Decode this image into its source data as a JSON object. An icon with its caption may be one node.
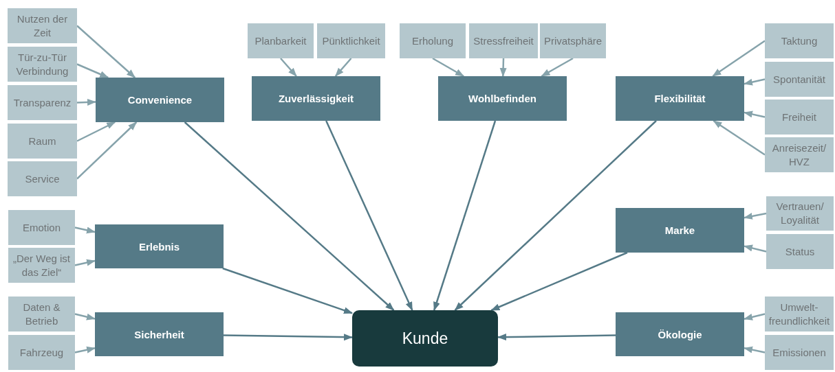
{
  "diagram": {
    "nodes": [
      {
        "text": [
          "Nutzen der Zeit"
        ]
      },
      {
        "text": [
          "Tür-zu-Tür Verbindung"
        ]
      },
      {
        "text": [
          "Transparenz"
        ]
      },
      {
        "text": [
          "Raum"
        ]
      },
      {
        "text": [
          "Service"
        ]
      },
      {
        "text": [
          "Convenience"
        ]
      },
      {
        "text": [
          "Planbarkeit"
        ]
      },
      {
        "text": [
          "Pünktlichkeit"
        ]
      },
      {
        "text": [
          "Zuverlässigkeit"
        ]
      },
      {
        "text": [
          "Erholung"
        ]
      },
      {
        "text": [
          "Stressfreiheit"
        ]
      },
      {
        "text": [
          "Privatsphäre"
        ]
      },
      {
        "text": [
          "Wohlbefinden"
        ]
      },
      {
        "text": [
          "Taktung"
        ]
      },
      {
        "text": [
          "Spontanität"
        ]
      },
      {
        "text": [
          "Freiheit"
        ]
      },
      {
        "text": [
          "Anreisezeit/ HVZ"
        ]
      },
      {
        "text": [
          "Flexibilität"
        ]
      },
      {
        "text": [
          "Emotion"
        ]
      },
      {
        "text": [
          "„Der Weg ist das Ziel“"
        ]
      },
      {
        "text": [
          "Erlebnis"
        ]
      },
      {
        "text": [
          "Vertrauen/ Loyalität"
        ]
      },
      {
        "text": [
          "Status"
        ]
      },
      {
        "text": [
          "Marke"
        ]
      },
      {
        "text": [
          "Daten & Betrieb"
        ]
      },
      {
        "text": [
          "Fahrzeug"
        ]
      },
      {
        "text": [
          "Sicherheit"
        ]
      },
      {
        "text": [
          "Umwelt-freundlichkeit"
        ]
      },
      {
        "text": [
          "Emissionen"
        ]
      },
      {
        "text": [
          "Ökologie"
        ]
      },
      {
        "text": [
          "Kunde"
        ]
      }
    ],
    "edges": [
      {
        "from": 0,
        "to": 5,
        "arrow": "to"
      },
      {
        "from": 1,
        "to": 5,
        "arrow": "to"
      },
      {
        "from": 2,
        "to": 5,
        "arrow": "to"
      },
      {
        "from": 3,
        "to": 5,
        "arrow": "to"
      },
      {
        "from": 4,
        "to": 5,
        "arrow": "to"
      },
      {
        "from": 6,
        "to": 8,
        "arrow": "to"
      },
      {
        "from": 7,
        "to": 8,
        "arrow": "to"
      },
      {
        "from": 9,
        "to": 12,
        "arrow": "to"
      },
      {
        "from": 10,
        "to": 12,
        "arrow": "to"
      },
      {
        "from": 11,
        "to": 12,
        "arrow": "to"
      },
      {
        "from": 13,
        "to": 17,
        "arrow": "to"
      },
      {
        "from": 14,
        "to": 17,
        "arrow": "to"
      },
      {
        "from": 15,
        "to": 17,
        "arrow": "to"
      },
      {
        "from": 16,
        "to": 17,
        "arrow": "to"
      },
      {
        "from": 18,
        "to": 20,
        "arrow": "to"
      },
      {
        "from": 19,
        "to": 20,
        "arrow": "to"
      },
      {
        "from": 21,
        "to": 23,
        "arrow": "to"
      },
      {
        "from": 22,
        "to": 23,
        "arrow": "to"
      },
      {
        "from": 24,
        "to": 26,
        "arrow": "to"
      },
      {
        "from": 25,
        "to": 26,
        "arrow": "to"
      },
      {
        "from": 27,
        "to": 29,
        "arrow": "to"
      },
      {
        "from": 28,
        "to": 29,
        "arrow": "to"
      },
      {
        "from": 5,
        "to": 30,
        "arrow": "to",
        "color": "#557a87"
      },
      {
        "from": 8,
        "to": 30,
        "arrow": "to",
        "color": "#557a87"
      },
      {
        "from": 12,
        "to": 30,
        "arrow": "to",
        "color": "#557a87"
      },
      {
        "from": 17,
        "to": 30,
        "arrow": "to",
        "color": "#557a87"
      },
      {
        "from": 20,
        "to": 30,
        "arrow": "to",
        "color": "#557a87"
      },
      {
        "from": 23,
        "to": 30,
        "arrow": "to",
        "color": "#557a87"
      },
      {
        "from": 26,
        "to": 30,
        "arrow": "to",
        "color": "#557a87"
      },
      {
        "from": 29,
        "to": 30,
        "arrow": "to",
        "color": "#557a87"
      }
    ]
  }
}
